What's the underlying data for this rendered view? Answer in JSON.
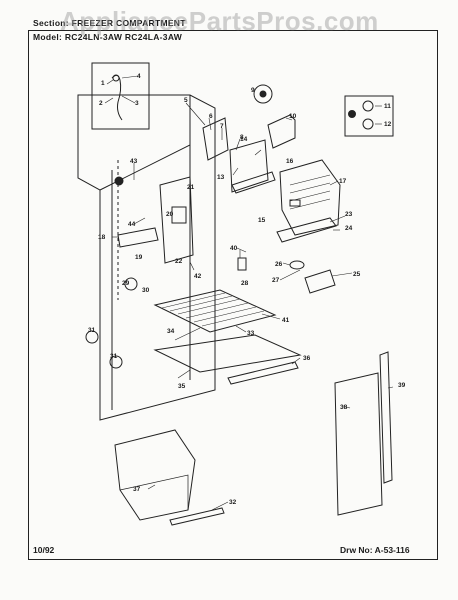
{
  "watermark": "AppliancePartsPros.com",
  "header": {
    "section": "Section:  FREEZER COMPARTMENT",
    "model": "Model:   RC24LN-3AW   RC24LA-3AW"
  },
  "footer": {
    "date": "10/92",
    "drawing": "Drw No:  A-53-116"
  },
  "part_labels": [
    "1",
    "2",
    "3",
    "4",
    "5",
    "6",
    "7",
    "8",
    "9",
    "10",
    "11",
    "12",
    "13",
    "14",
    "15",
    "16",
    "17",
    "18",
    "19",
    "20",
    "21",
    "22",
    "23",
    "24",
    "25",
    "26",
    "27",
    "28",
    "29",
    "30",
    "31",
    "32",
    "33",
    "34",
    "35",
    "36",
    "37",
    "38",
    "39",
    "40",
    "41",
    "42",
    "43",
    "44"
  ]
}
